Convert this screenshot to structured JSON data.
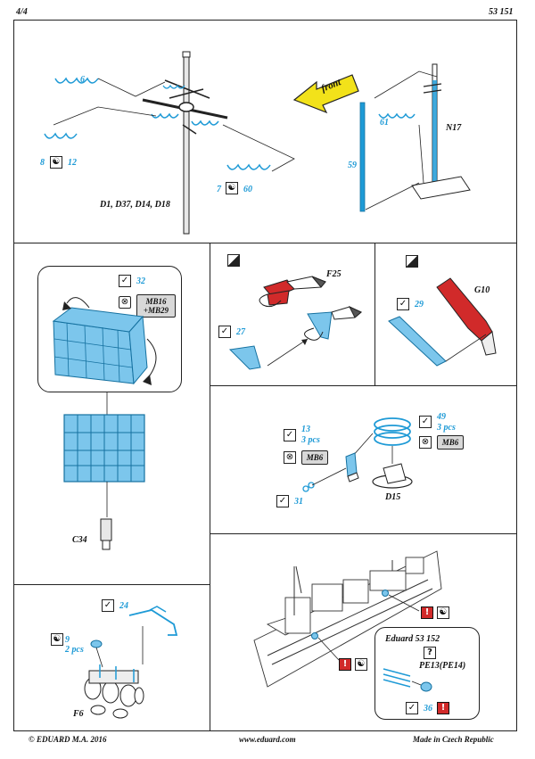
{
  "header": {
    "page": "4/4",
    "catalog": "53 151"
  },
  "footer": {
    "copyright": "© EDUARD  M.A. 2016",
    "website": "www.eduard.com",
    "origin": "Made in Czech Republic"
  },
  "colors": {
    "part_blue": "#1e9ad6",
    "accent_red": "#d12a2a",
    "arrow_yellow": "#f2e21a",
    "badge_gray": "#d8d8d8"
  },
  "section_mast": {
    "part_6": "6",
    "part_8": "8",
    "part_12": "12",
    "part_7": "7",
    "part_60": "60",
    "mast_label": "D1, D37, D14, D18",
    "front_arrow": "front",
    "part_61": "61",
    "part_59": "59",
    "n17_label": "N17"
  },
  "section_c34": {
    "part_32": "32",
    "mb_badge": [
      "MB16",
      "+MB29"
    ],
    "c34_label": "C34"
  },
  "section_f25": {
    "part_27": "27",
    "f25_label": "F25"
  },
  "section_g10": {
    "part_29": "29",
    "g10_label": "G10"
  },
  "section_d15": {
    "part_13": "13",
    "part_13_qty": "3 pcs",
    "part_49": "49",
    "part_49_qty": "3 pcs",
    "mb6_left": "MB6",
    "mb6_right": "MB6",
    "part_31": "31",
    "d15_label": "D15"
  },
  "section_f6": {
    "part_24": "24",
    "part_9": "9",
    "part_9_qty": "2 pcs",
    "f6_label": "F6"
  },
  "section_ship": {
    "callout_title": "Eduard 53 152",
    "question_mark": "?",
    "pe_label": "PE13(PE14)",
    "part_36": "36",
    "exclaim": "!"
  }
}
